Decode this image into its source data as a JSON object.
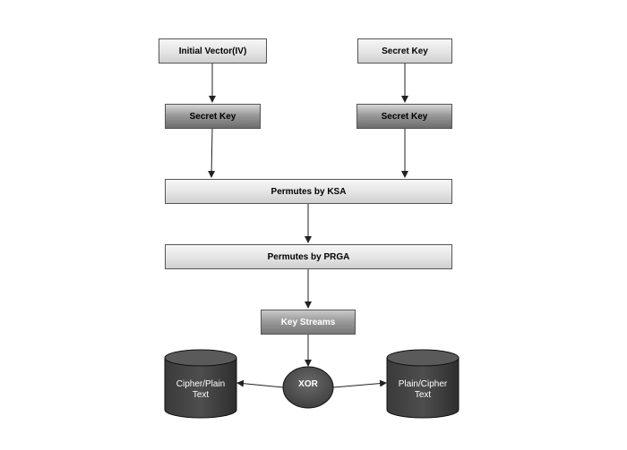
{
  "nodes": {
    "initial_vector": "Initial Vector(IV)",
    "secret_key_top": "Secret Key",
    "secret_key_left": "Secret Key",
    "secret_key_right": "Secret Key",
    "ksa": "Permutes by KSA",
    "prga": "Permutes by PRGA",
    "key_streams": "Key Streams",
    "xor": "XOR",
    "cipher_plain": "Cipher/Plain\nText",
    "plain_cipher": "Plain/Cipher\nText"
  }
}
